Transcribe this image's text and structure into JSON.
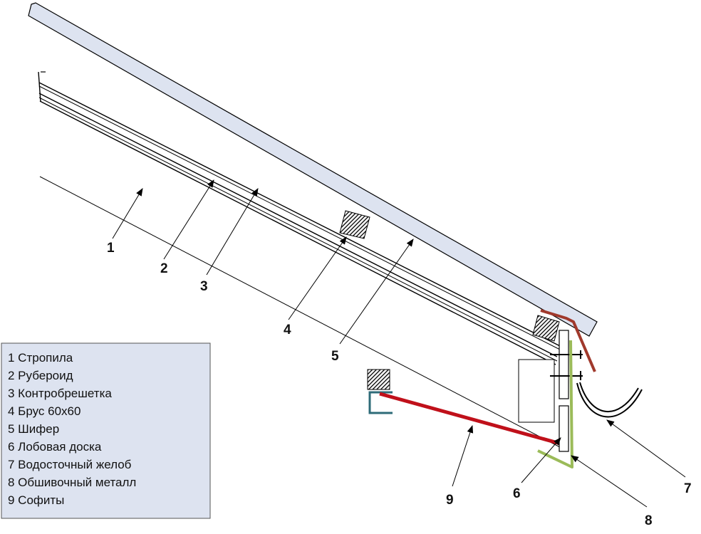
{
  "labels": {
    "l1": "1",
    "l2": "2",
    "l3": "3",
    "l4": "4",
    "l5": "5",
    "l6": "6",
    "l7": "7",
    "l8": "8",
    "l9": "9"
  },
  "legend": [
    "1 Стропила",
    "2 Рубероид",
    "3 Контробрешетка",
    "4 Брус 60х60",
    "5 Шифер",
    "6 Лобовая доска",
    "7 Водосточный желоб",
    "8 Обшивочный металл",
    "9 Софиты"
  ],
  "colors": {
    "slate": "#dde3f0",
    "legend_bg": "#dde3f0",
    "soffit": "#c0101a",
    "trim_metal": "#9bbb59",
    "drip_edge": "#a0392c",
    "bracket": "#2e6b78",
    "lines": "#000000"
  },
  "icons": {
    "batten": "hatched-square",
    "arrow": "arrowhead"
  }
}
